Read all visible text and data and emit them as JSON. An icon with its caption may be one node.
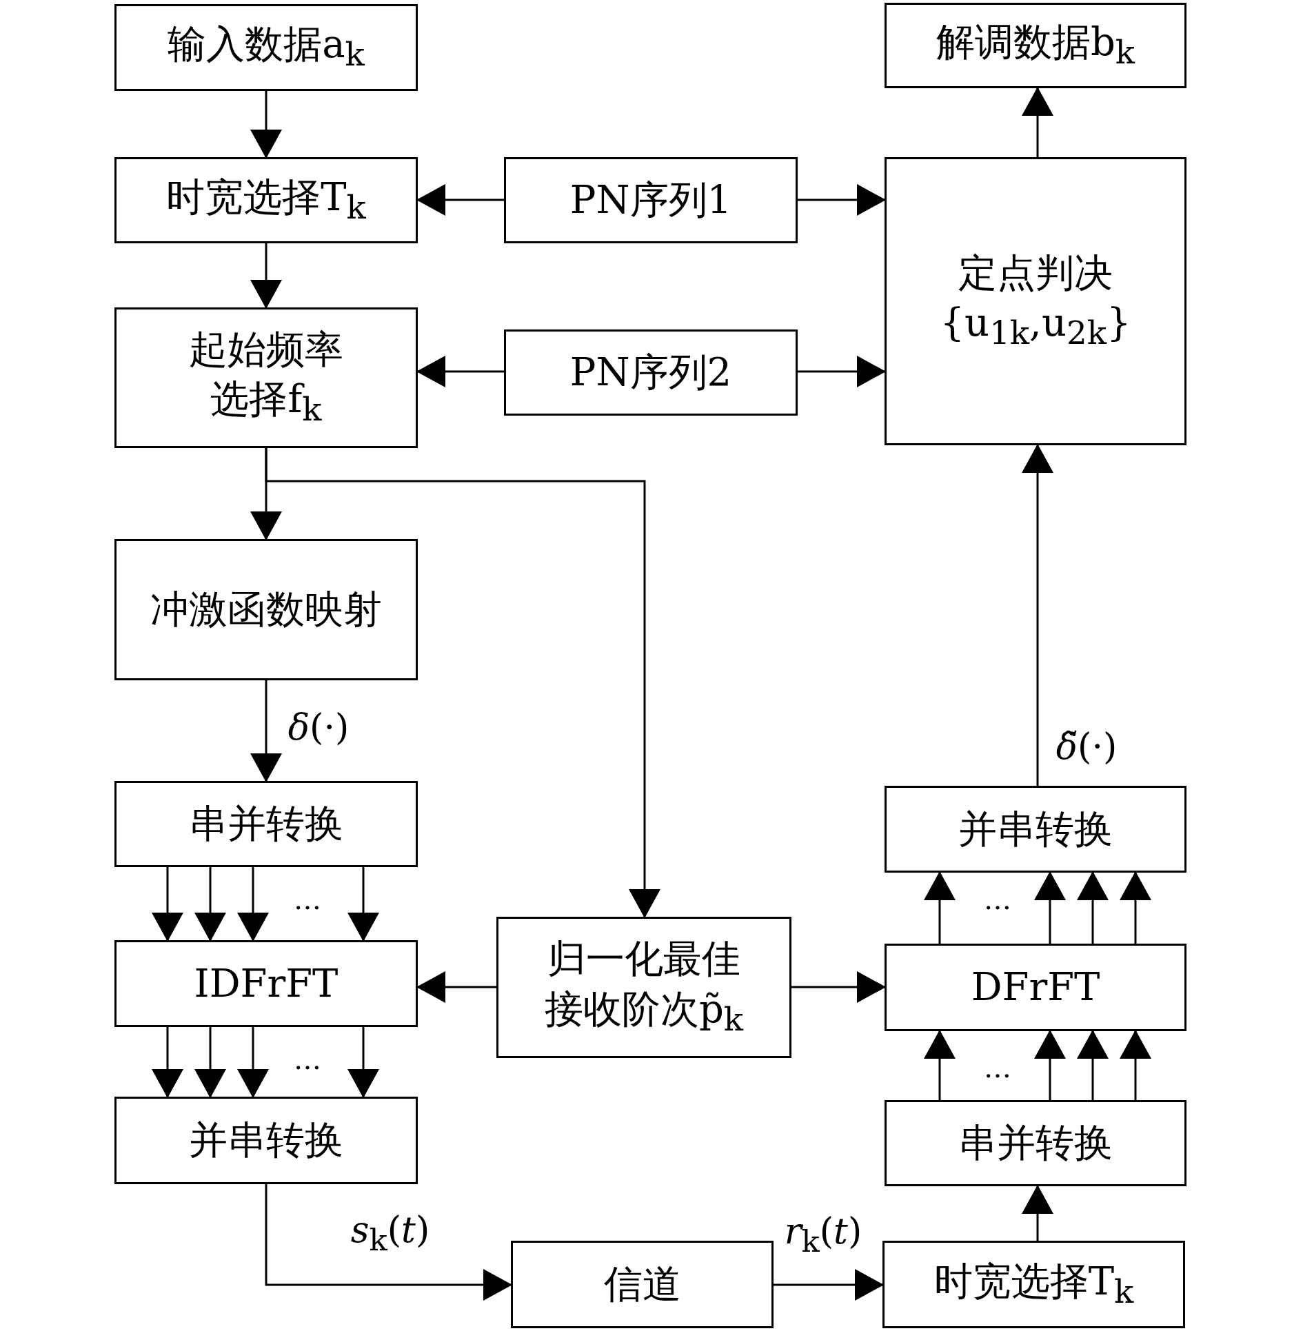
{
  "diagram": {
    "nodes": [
      {
        "text": [
          "输入数据a$_{k}$"
        ]
      },
      {
        "text": [
          "时宽选择T$_{k}$"
        ]
      },
      {
        "text": [
          "PN序列1"
        ]
      },
      {
        "text": [
          "解调数据b$_{k}$"
        ]
      },
      {
        "text": [
          "定点判决{u$_{1k}$,u$_{2k}$}"
        ]
      },
      {
        "text": [
          "起始频率选择f$_{k}$"
        ]
      },
      {
        "text": [
          "PN序列2"
        ]
      },
      {
        "text": [
          "冲激函数映射"
        ]
      },
      {
        "text": [
          "串并转换"
        ]
      },
      {
        "text": [
          "并串转换"
        ]
      },
      {
        "text": [
          "IDFrFT"
        ]
      },
      {
        "text": [
          "归一化最佳接收阶次p̃$_{k}$"
        ]
      },
      {
        "text": [
          "DFrFT"
        ]
      },
      {
        "text": [
          "并串转换"
        ]
      },
      {
        "text": [
          "串并转换"
        ]
      },
      {
        "text": [
          "信道"
        ]
      },
      {
        "text": [
          "时宽选择T$_{k}$"
        ]
      }
    ],
    "edges": [
      {
        "from": 0,
        "to": 1,
        "arrow": "to"
      },
      {
        "from": 2,
        "to": 1,
        "arrow": "to"
      },
      {
        "from": 2,
        "to": 4,
        "arrow": "to"
      },
      {
        "from": 1,
        "to": 5,
        "arrow": "to"
      },
      {
        "from": 6,
        "to": 5,
        "arrow": "to"
      },
      {
        "from": 6,
        "to": 4,
        "arrow": "to"
      },
      {
        "from": 5,
        "to": 7,
        "arrow": "to"
      },
      {
        "from": 5,
        "to": 11,
        "arrow": "to"
      },
      {
        "from": 7,
        "to": 8,
        "arrow": "to",
        "label": "*δ*(·)"
      },
      {
        "from": 8,
        "to": 10,
        "arrow": "to"
      },
      {
        "from": 8,
        "to": 10,
        "arrow": "to"
      },
      {
        "from": 8,
        "to": 10,
        "arrow": "to"
      },
      {
        "from": 8,
        "to": 10,
        "arrow": "to"
      },
      {
        "from": 11,
        "to": 10,
        "arrow": "to"
      },
      {
        "from": 11,
        "to": 12,
        "arrow": "to"
      },
      {
        "from": 10,
        "to": 13,
        "arrow": "to"
      },
      {
        "from": 10,
        "to": 13,
        "arrow": "to"
      },
      {
        "from": 10,
        "to": 13,
        "arrow": "to"
      },
      {
        "from": 10,
        "to": 13,
        "arrow": "to"
      },
      {
        "from": 13,
        "to": 15,
        "arrow": "to",
        "label": "*s*$_{k}$(*t*)"
      },
      {
        "from": 15,
        "to": 16,
        "arrow": "to",
        "label": "*r*$_{k}$(*t*)"
      },
      {
        "from": 16,
        "to": 14,
        "arrow": "to"
      },
      {
        "from": 14,
        "to": 12,
        "arrow": "to"
      },
      {
        "from": 14,
        "to": 12,
        "arrow": "to"
      },
      {
        "from": 14,
        "to": 12,
        "arrow": "to"
      },
      {
        "from": 14,
        "to": 12,
        "arrow": "to"
      },
      {
        "from": 12,
        "to": 9,
        "arrow": "to"
      },
      {
        "from": 12,
        "to": 9,
        "arrow": "to"
      },
      {
        "from": 12,
        "to": 9,
        "arrow": "to"
      },
      {
        "from": 12,
        "to": 9,
        "arrow": "to"
      },
      {
        "from": 9,
        "to": 4,
        "arrow": "to",
        "label": "*δ̃*(·)"
      },
      {
        "from": 4,
        "to": 3,
        "arrow": "to"
      }
    ],
    "labels": [
      "…",
      "…",
      "…",
      "…"
    ]
  }
}
